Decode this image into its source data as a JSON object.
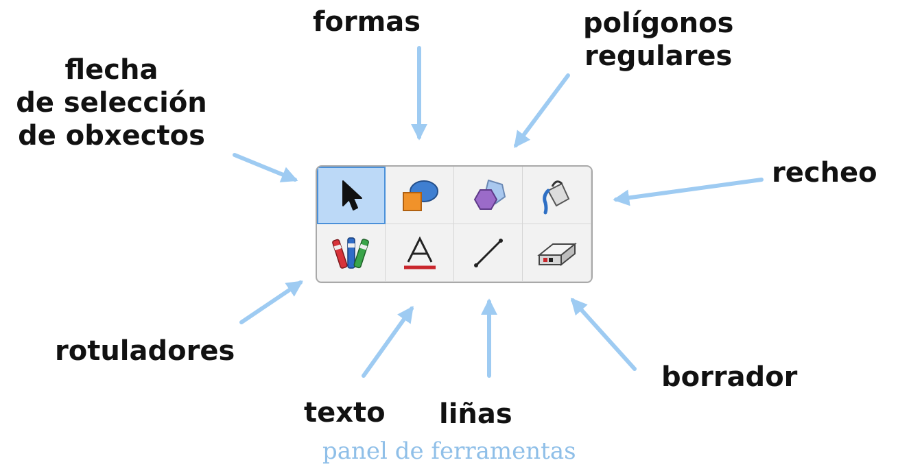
{
  "labels": {
    "formas": "formas",
    "poligonos_1": "polígonos",
    "poligonos_2": "regulares",
    "flecha_1": "flecha",
    "flecha_2": "de selección",
    "flecha_3": "de obxectos",
    "recheo": "recheo",
    "rotuladores": "rotuladores",
    "texto": "texto",
    "linas": "liñas",
    "borrador": "borrador"
  },
  "caption": "panel de ferramentas",
  "icons": [
    {
      "name": "selection-arrow-icon",
      "selected": true
    },
    {
      "name": "shapes-icon",
      "selected": false
    },
    {
      "name": "regular-polygons-icon",
      "selected": false
    },
    {
      "name": "fill-bucket-icon",
      "selected": false
    },
    {
      "name": "pens-icon",
      "selected": false
    },
    {
      "name": "text-tool-icon",
      "selected": false
    },
    {
      "name": "line-tool-icon",
      "selected": false
    },
    {
      "name": "eraser-icon",
      "selected": false
    }
  ],
  "colors": {
    "arrow": "#9ecbf2",
    "caption": "#8fbfe8",
    "selected_cell": "#bcd9f7",
    "selected_border": "#4a90d9"
  }
}
